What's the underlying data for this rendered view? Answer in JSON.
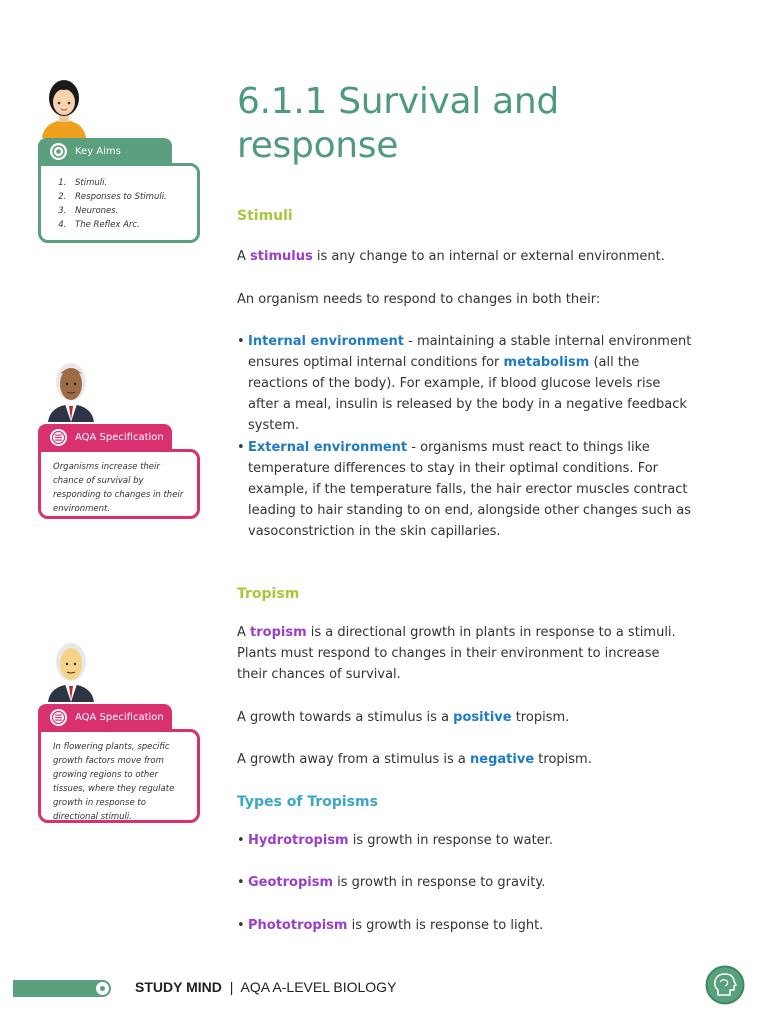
{
  "title": "6.1.1 Survival and response",
  "sidebar": {
    "key_aims": {
      "label": "Key Aims",
      "items": [
        "Stimuli.",
        "Responses to Stimuli.",
        "Neurones.",
        "The Reflex Arc."
      ]
    },
    "spec1": {
      "label": "AQA Specification",
      "text": "Organisms increase their chance of survival by responding to changes in their environment."
    },
    "spec2": {
      "label": "AQA Specification",
      "text": "In flowering plants, specific growth factors move from growing regions to other tissues, where they regulate growth in response to directional stimuli."
    }
  },
  "stimuli": {
    "heading": "Stimuli",
    "p1_a": "A ",
    "p1_kw": "stimulus",
    "p1_b": " is any change to an internal or external environment.",
    "p2": "An organism needs to respond to changes in both their:",
    "b1_kw": "Internal environment",
    "b1_a": " - maintaining a stable internal environment ensures optimal internal conditions for ",
    "b1_kw2": "metabolism",
    "b1_b": " (all the reactions of the body). For example, if blood glucose levels rise after a meal, insulin is released by the body in a negative feedback system.",
    "b2_kw": "External environment",
    "b2_a": " - organisms must react to things like temperature differences to stay in their optimal conditions. For example, if the temperature falls, the hair erector muscles contract leading to hair standing to on end, alongside other changes such as vasoconstriction in the skin capillaries."
  },
  "tropism": {
    "heading": "Tropism",
    "p1_a": "A ",
    "p1_kw": "tropism",
    "p1_b": " is a directional growth in plants in response to a stimuli. Plants must respond to changes in their environment to increase their chances of survival.",
    "p2_a": "A growth towards a stimulus is a ",
    "p2_kw": "positive",
    "p2_b": " tropism.",
    "p3_a": "A growth away from a stimulus is a ",
    "p3_kw": "negative",
    "p3_b": " tropism."
  },
  "types": {
    "heading": "Types of Tropisms",
    "items": [
      {
        "kw": "Hydrotropism",
        "text": " is growth in response to water."
      },
      {
        "kw": "Geotropism",
        "text": " is growth in response to gravity."
      },
      {
        "kw": "Phototropism",
        "text": " is growth is response to light."
      }
    ]
  },
  "footer": {
    "brand": "STUDY MIND",
    "separator": "|",
    "course": "AQA A-LEVEL BIOLOGY"
  },
  "bullet_char": "•"
}
